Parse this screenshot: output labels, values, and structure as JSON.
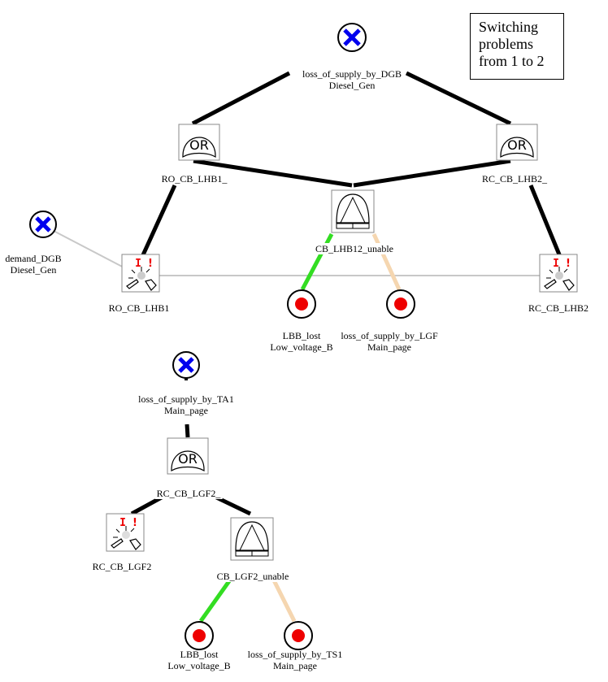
{
  "note": {
    "lines": [
      "Switching",
      "problems",
      "from 1 to 2"
    ]
  },
  "gate_or_text": "OR",
  "trigger_marks": {
    "i": "I",
    "bang": "!"
  },
  "nodes": {
    "top_event": {
      "name": "loss_of_supply_by_DGB",
      "page": "Diesel_Gen"
    },
    "or_left": {
      "name": "RO_CB_LHB1_"
    },
    "or_right": {
      "name": "RC_CB_LHB2_"
    },
    "and_mid": {
      "name": "CB_LHB12_unable"
    },
    "demand": {
      "name": "demand_DGB",
      "page": "Diesel_Gen"
    },
    "trig_left": {
      "name": "RO_CB_LHB1"
    },
    "trig_right": {
      "name": "RC_CB_LHB2"
    },
    "basic_lbb1": {
      "name": "LBB_lost",
      "page": "Low_voltage_B"
    },
    "basic_lgf": {
      "name": "loss_of_supply_by_LGF",
      "page": "Main_page"
    },
    "top2": {
      "name": "loss_of_supply_by_TA1",
      "page": "Main_page"
    },
    "or2": {
      "name": "RC_CB_LGF2_"
    },
    "trig3": {
      "name": "RC_CB_LGF2"
    },
    "and2": {
      "name": "CB_LGF2_unable"
    },
    "basic_lbb2": {
      "name": "LBB_lost",
      "page": "Low_voltage_B"
    },
    "basic_ts1": {
      "name": "loss_of_supply_by_TS1",
      "page": "Main_page"
    }
  },
  "colors": {
    "edge": "#000000",
    "edge_green": "#33dd22",
    "edge_tan": "#f5d6b0",
    "edge_grey": "#c8c8c8",
    "undeveloped_x": "#0000ee",
    "basic_dot": "#ee0000",
    "trigger_mark": "#ee0000"
  }
}
